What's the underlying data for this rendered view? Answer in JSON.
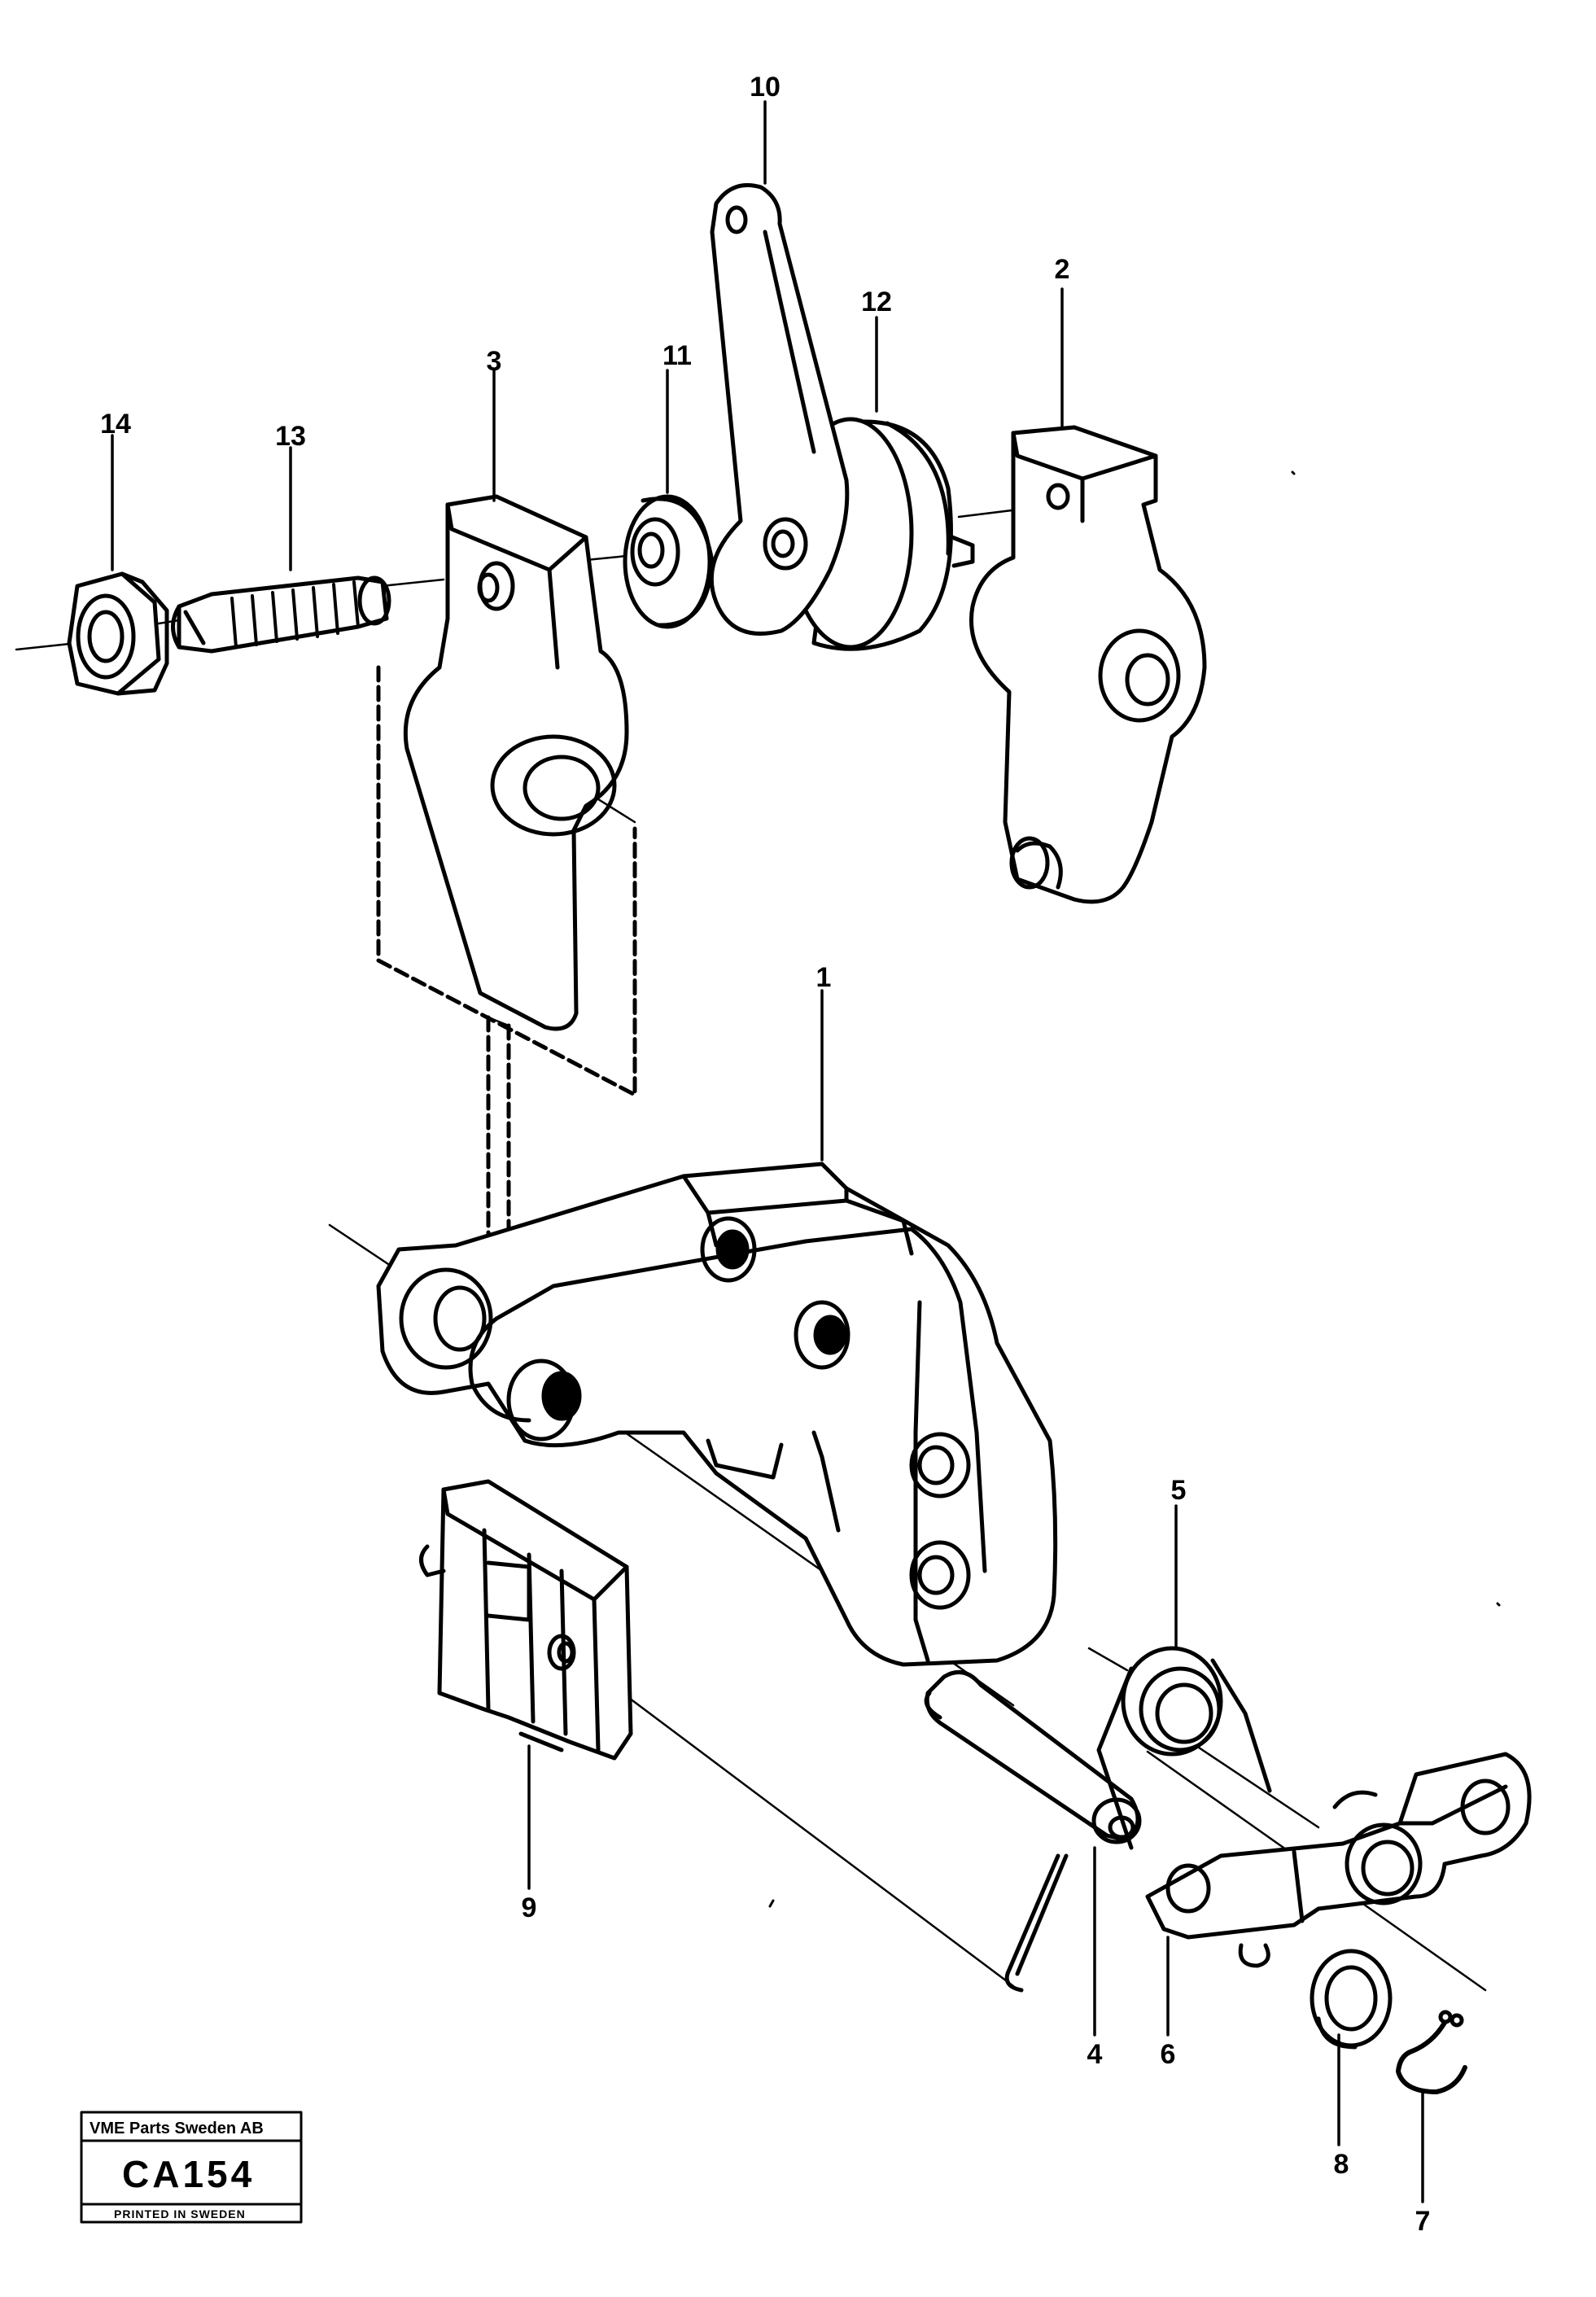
{
  "diagram": {
    "callouts": [
      "1",
      "2",
      "3",
      "4",
      "5",
      "6",
      "7",
      "8",
      "9",
      "10",
      "11",
      "12",
      "13",
      "14"
    ]
  },
  "stamp": {
    "company": "VME Parts Sweden AB",
    "code": "CA154",
    "printed": "PRINTED IN SWEDEN"
  }
}
